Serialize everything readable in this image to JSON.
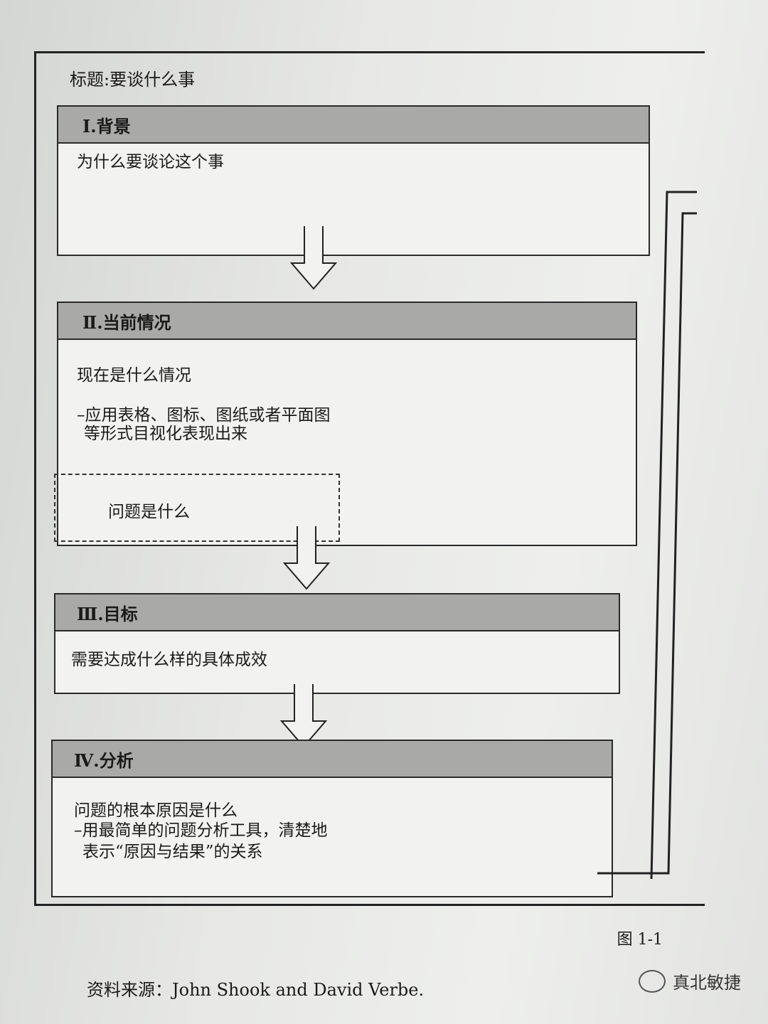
{
  "title": "标题:要谈什么事",
  "sections": [
    {
      "header": "Ⅰ.背景",
      "lines": [
        "为什么要谈论这个事"
      ]
    },
    {
      "header": "Ⅱ.当前情况",
      "lines": [
        "现在是什么情况",
        "–应用表格、图标、图纸或者平面图",
        "等形式目视化表现出来"
      ],
      "dashed_note": "问题是什么"
    },
    {
      "header": "Ⅲ.目标",
      "lines": [
        "需要达成什么样的具体成效"
      ]
    },
    {
      "header": "Ⅳ.分析",
      "lines": [
        "问题的根本原因是什么",
        "–用最简单的问题分析工具，清楚地",
        "表示“原因与结果”的关系"
      ]
    }
  ],
  "caption": "图 1-1",
  "source": "资料来源：John Shook and David Verbe.",
  "watermark": "真北敏捷"
}
